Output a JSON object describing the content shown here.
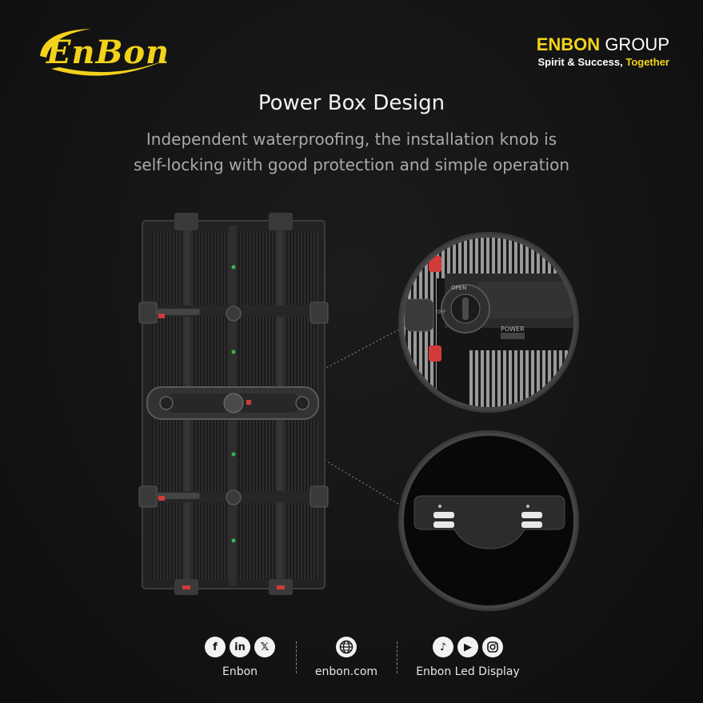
{
  "brand": {
    "logo_text": "EnBon",
    "logo_color": "#f3d21c"
  },
  "group": {
    "name_brand": "ENBON",
    "name_suffix": "GROUP",
    "tagline_main": "Spirit & Success,",
    "tagline_highlight": "Together"
  },
  "heading": {
    "title": "Power Box Design",
    "subtitle_line1": "Independent waterproofing, the installation knob is",
    "subtitle_line2": "self-locking with good protection and simple operation"
  },
  "detail": {
    "knob_open_label": "OPEN",
    "knob_off_label": "OFF",
    "power_label": "POWER"
  },
  "footer": {
    "social": {
      "icons": [
        "facebook-icon",
        "linkedin-icon",
        "x-icon"
      ],
      "label": "Enbon"
    },
    "website": {
      "icons": [
        "globe-icon"
      ],
      "label": "enbon.com"
    },
    "video": {
      "icons": [
        "tiktok-icon",
        "youtube-icon",
        "instagram-icon"
      ],
      "label": "Enbon Led Display"
    }
  },
  "colors": {
    "accent": "#f3d21c",
    "background": "#141414",
    "cabinet": "#2a2a2a",
    "lock_red": "#d23a3a"
  }
}
